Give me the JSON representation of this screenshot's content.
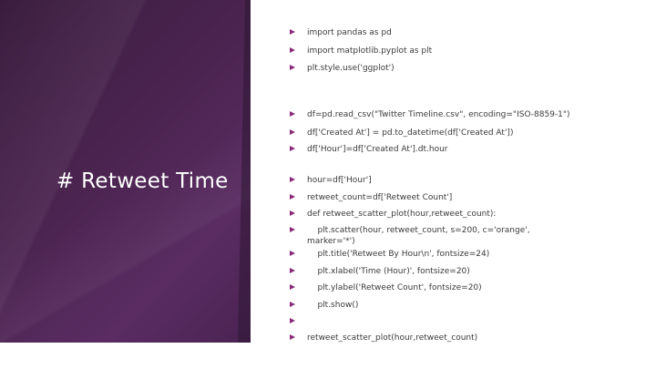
{
  "slide": {
    "title": "# Retweet Time",
    "bullets": [
      "import pandas as pd",
      "import matplotlib.pyplot as plt",
      "plt.style.use('ggplot')",
      "df=pd.read_csv(\"Twitter Timeline.csv\", encoding=\"ISO-8859-1\")",
      "df['Created At'] = pd.to_datetime(df['Created At'])",
      "df['Hour']=df['Created At'].dt.hour",
      "hour=df['Hour']",
      "retweet_count=df['Retweet Count']",
      "def retweet_scatter_plot(hour,retweet_count):",
      "    plt.scatter(hour, retweet_count, s=200, c='orange', marker='*')",
      "    plt.title('Retweet By Hour\\n', fontsize=24)",
      "    plt.xlabel('Time (Hour)', fontsize=20)",
      "    plt.ylabel('Retweet Count', fontsize=20)",
      "    plt.show()",
      "",
      "retweet_scatter_plot(hour,retweet_count)"
    ]
  },
  "colors": {
    "panel": "#4b2450",
    "bullet": "#8a2a7a",
    "text": "#3a3a3a",
    "title": "#ffffff"
  }
}
